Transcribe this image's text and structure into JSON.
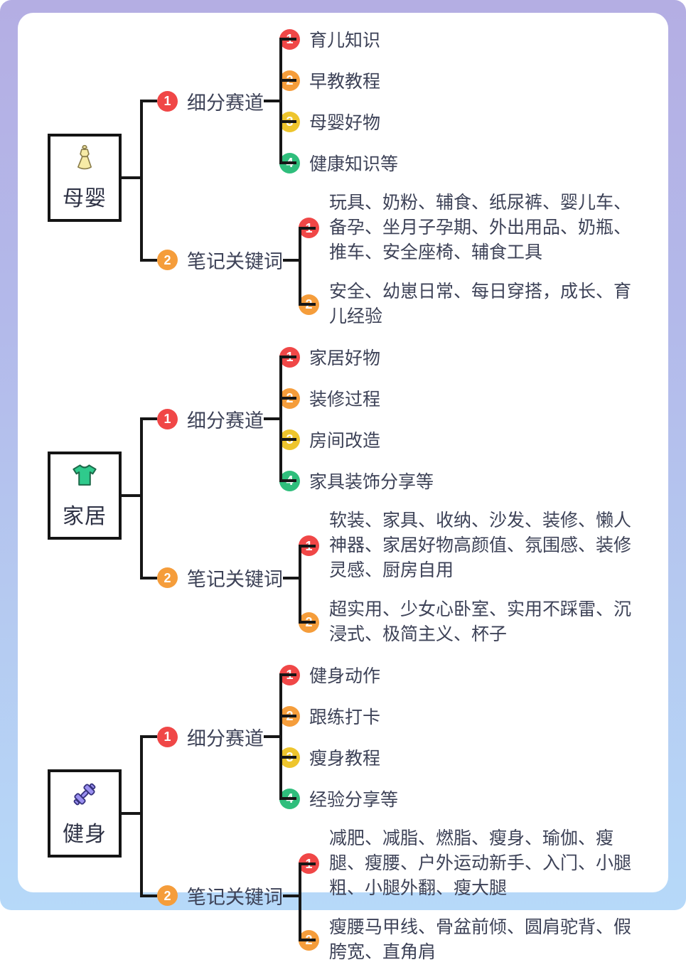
{
  "colors": {
    "background_top": "#b4aee3",
    "background_bottom": "#b6d9f9",
    "card": "#ffffff",
    "line": "#161616",
    "text": "#3d4257",
    "badge_1": "#f04747",
    "badge_2": "#f59d3b",
    "badge_3": "#eec52d",
    "badge_4": "#2fbe7c"
  },
  "branches": {
    "tracks": {
      "n": "1",
      "label": "细分赛道"
    },
    "keywords": {
      "n": "2",
      "label": "笔记关键词"
    }
  },
  "sections": [
    {
      "name": "母婴",
      "icon": "dress-icon",
      "tracks": [
        {
          "n": "1",
          "label": "育儿知识"
        },
        {
          "n": "2",
          "label": "早教教程"
        },
        {
          "n": "3",
          "label": "母婴好物"
        },
        {
          "n": "4",
          "label": "健康知识等"
        }
      ],
      "keywords": [
        {
          "n": "1",
          "text": "玩具、奶粉、辅食、纸尿裤、婴儿车、备孕、坐月子孕期、外出用品、奶瓶、推车、安全座椅、辅食工具"
        },
        {
          "n": "2",
          "text": "安全、幼崽日常、每日穿搭，成长、育儿经验"
        }
      ]
    },
    {
      "name": "家居",
      "icon": "tshirt-icon",
      "tracks": [
        {
          "n": "1",
          "label": "家居好物"
        },
        {
          "n": "2",
          "label": "装修过程"
        },
        {
          "n": "3",
          "label": "房间改造"
        },
        {
          "n": "4",
          "label": "家具装饰分享等"
        }
      ],
      "keywords": [
        {
          "n": "1",
          "text": "软装、家具、收纳、沙发、装修、懒人神器、家居好物高颜值、氛围感、装修灵感、厨房自用"
        },
        {
          "n": "2",
          "text": "超实用、少女心卧室、实用不踩雷、沉浸式、极简主义、杯子"
        }
      ]
    },
    {
      "name": "健身",
      "icon": "dumbbell-icon",
      "tracks": [
        {
          "n": "1",
          "label": "健身动作"
        },
        {
          "n": "2",
          "label": "跟练打卡"
        },
        {
          "n": "3",
          "label": "瘦身教程"
        },
        {
          "n": "4",
          "label": "经验分享等"
        }
      ],
      "keywords": [
        {
          "n": "1",
          "text": "减肥、减脂、燃脂、瘦身、瑜伽、瘦腿、瘦腰、户外运动新手、入门、小腿粗、小腿外翻、瘦大腿"
        },
        {
          "n": "2",
          "text": "瘦腰马甲线、骨盆前倾、圆肩驼背、假胯宽、直角肩"
        }
      ]
    }
  ]
}
